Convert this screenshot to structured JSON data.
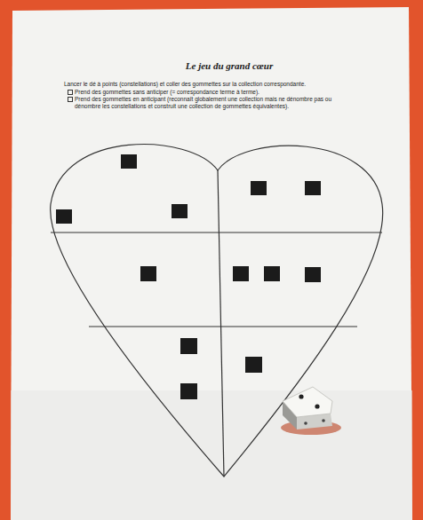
{
  "diagram": {
    "title": "Le jeu du grand cœur",
    "labels": [
      "Lancer le dé à points (constellations) et coller des gommettes sur la collection correspondante.",
      "Prend des gommettes sans anticiper (= correspondance terme à terme).",
      "Prend des gommettes en anticipant (reconnaît globalement une collection mais ne dénombre pas ou dénombre les constellations et construit une collection de gommettes équivalentes)."
    ]
  }
}
